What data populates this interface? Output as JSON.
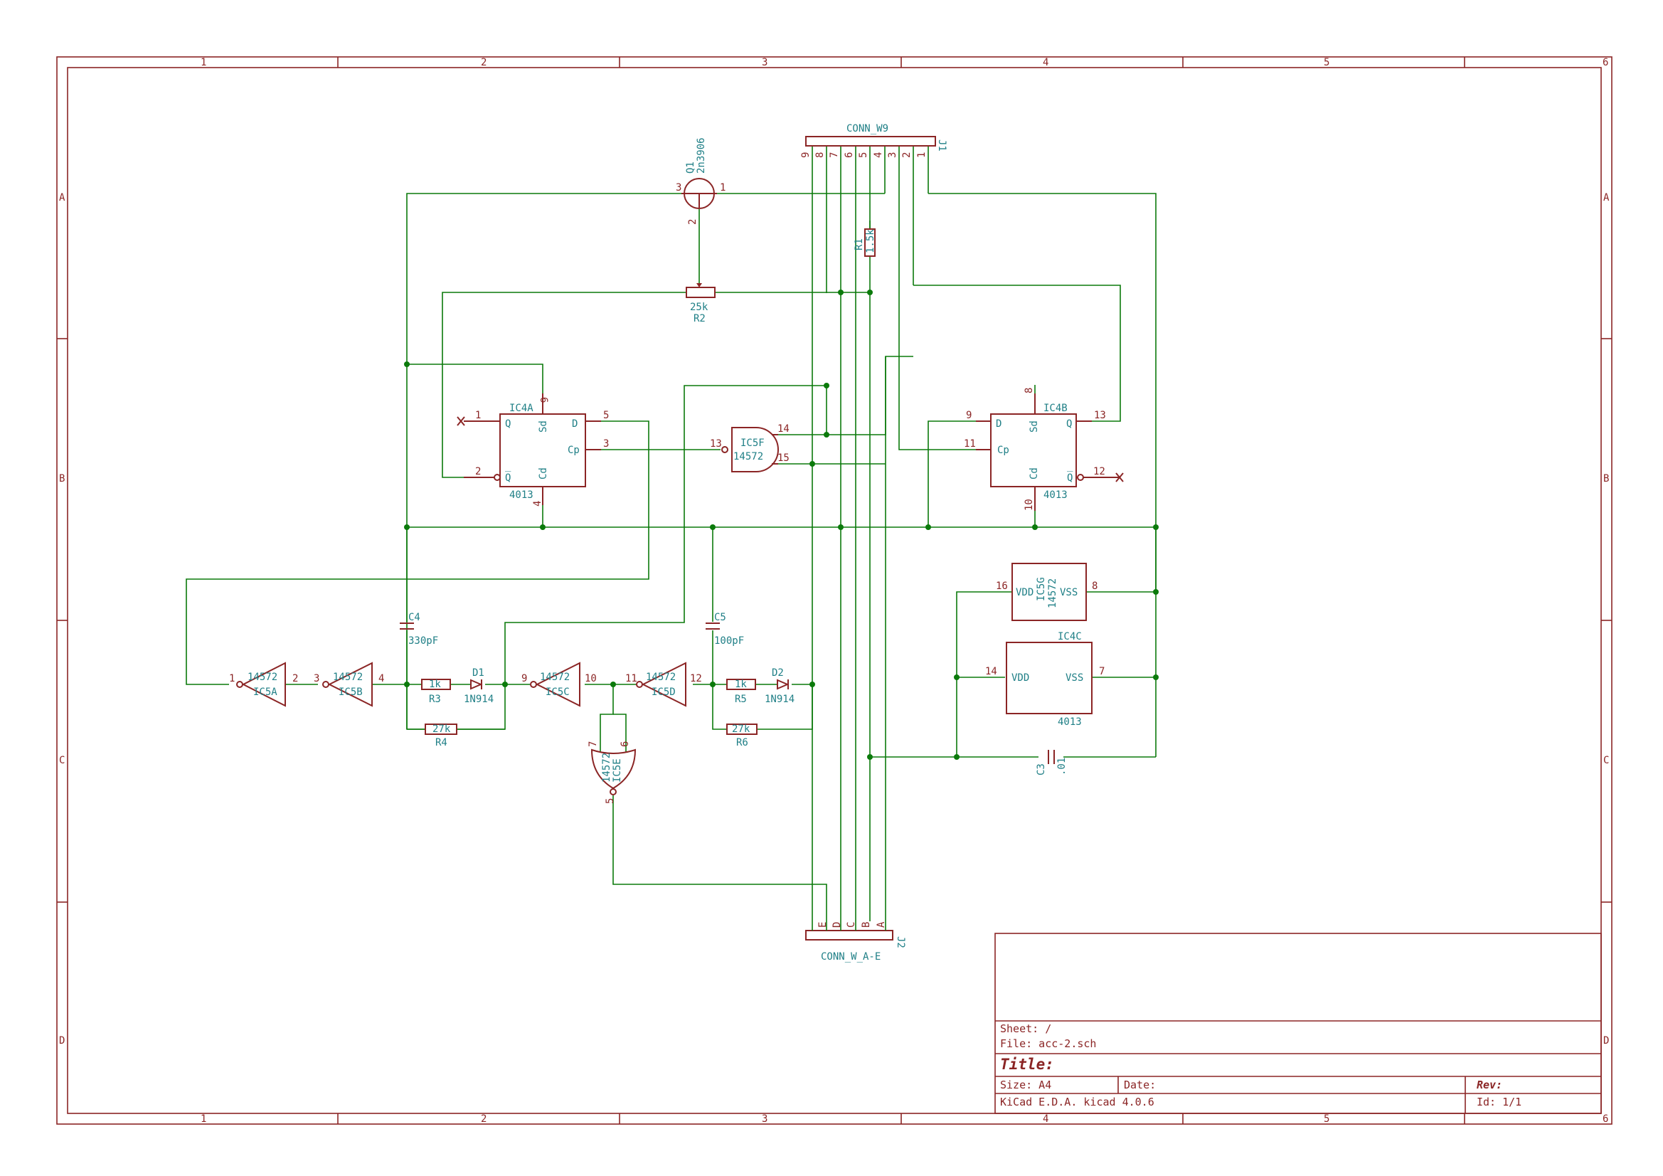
{
  "frame": {
    "columns": [
      "1",
      "2",
      "3",
      "4",
      "5",
      "6"
    ],
    "rows": [
      "A",
      "B",
      "C",
      "D"
    ]
  },
  "title_block": {
    "sheet": "Sheet: /",
    "file": "File: acc-2.sch",
    "title": "Title:",
    "size": "Size: A4",
    "date": "Date:",
    "rev": "Rev:",
    "tool": "KiCad E.D.A.  kicad 4.0.6",
    "id": "Id: 1/1"
  },
  "connectors": {
    "j1": {
      "ref": "J1",
      "value": "CONN_W9",
      "pins": [
        "9",
        "8",
        "7",
        "6",
        "5",
        "4",
        "3",
        "2",
        "1"
      ]
    },
    "j2": {
      "ref": "J2",
      "value": "CONN_W_A-E",
      "pins": [
        "E",
        "D",
        "C",
        "B",
        "A"
      ]
    }
  },
  "components": {
    "q1": {
      "ref": "Q1",
      "value": "2n3906",
      "pins": [
        "3",
        "1",
        "2"
      ]
    },
    "r1": {
      "ref": "R1",
      "value": "1.5k"
    },
    "r2": {
      "ref": "R2",
      "value": "25k"
    },
    "r3": {
      "ref": "R3",
      "value": "1k"
    },
    "r4": {
      "ref": "R4",
      "value": "27k"
    },
    "r5": {
      "ref": "R5",
      "value": "1k"
    },
    "r6": {
      "ref": "R6",
      "value": "27k"
    },
    "c3": {
      "ref": "C3",
      "value": ".01"
    },
    "c4": {
      "ref": "C4",
      "value": "330pF"
    },
    "c5": {
      "ref": "C5",
      "value": "100pF"
    },
    "d1": {
      "ref": "D1",
      "value": "1N914"
    },
    "d2": {
      "ref": "D2",
      "value": "1N914"
    },
    "ic4a": {
      "ref": "IC4A",
      "value": "4013",
      "labels": [
        "Q",
        "Sd",
        "D",
        "Cp",
        "Q̅",
        "Cd"
      ],
      "pins": [
        "1",
        "6",
        "5",
        "3",
        "2",
        "4"
      ]
    },
    "ic4b": {
      "ref": "IC4B",
      "value": "4013",
      "labels": [
        "D",
        "Sd",
        "Q",
        "Cp",
        "Cd",
        "Q̅"
      ],
      "pins": [
        "9",
        "8",
        "13",
        "11",
        "10",
        "12"
      ]
    },
    "ic4c": {
      "ref": "IC4C",
      "value": "4013",
      "labels": [
        "VDD",
        "VSS"
      ],
      "pins": [
        "14",
        "7"
      ]
    },
    "ic5a": {
      "ref": "IC5A",
      "value": "14572",
      "pins": [
        "1",
        "2"
      ]
    },
    "ic5b": {
      "ref": "IC5B",
      "value": "14572",
      "pins": [
        "3",
        "4"
      ]
    },
    "ic5c": {
      "ref": "IC5C",
      "value": "14572",
      "pins": [
        "9",
        "10"
      ]
    },
    "ic5d": {
      "ref": "IC5D",
      "value": "14572",
      "pins": [
        "11",
        "12"
      ]
    },
    "ic5e": {
      "ref": "IC5E",
      "value": "14572",
      "pins": [
        "7",
        "6",
        "5"
      ]
    },
    "ic5f": {
      "ref": "IC5F",
      "value": "14572",
      "pins": [
        "13",
        "14",
        "15"
      ]
    },
    "ic5g": {
      "ref": "IC5G",
      "value": "14572",
      "labels": [
        "VDD",
        "VSS"
      ],
      "pins": [
        "16",
        "8"
      ]
    }
  },
  "colors": {
    "frame": "#8b2525",
    "wire": "#0b7a0b",
    "label": "#1f7f86"
  }
}
